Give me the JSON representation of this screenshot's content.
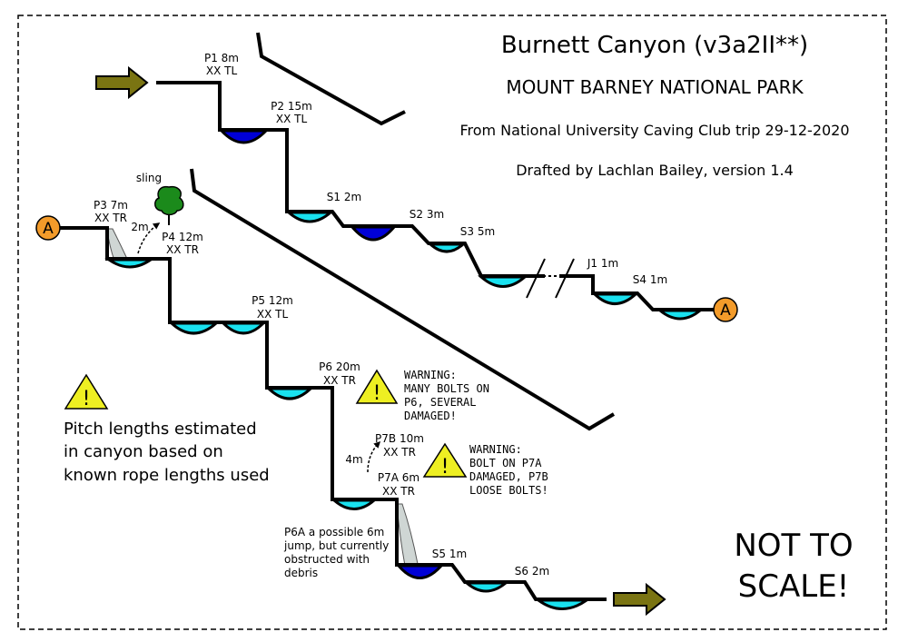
{
  "header": {
    "title": "Burnett Canyon (v3a2II**)",
    "park": "MOUNT BARNEY NATIONAL PARK",
    "trip": "From National University Caving Club trip 29-12-2020",
    "drafted": "Drafted by Lachlan Bailey, version 1.4"
  },
  "colors": {
    "shallow_pool": "#19e1ef",
    "deep_pool": "#0000d6",
    "arrow": "#7a7412",
    "marker": "#f39b2a",
    "warning": "#eeef22",
    "tree": "#1b8a1b",
    "waterfall": "#cfd6d4"
  },
  "pitches": {
    "p1": [
      "P1 8m",
      "XX TL"
    ],
    "p2": [
      "P2 15m",
      "XX TL"
    ],
    "p3": [
      "P3 7m",
      "XX TR"
    ],
    "p4": [
      "P4 12m",
      "XX TR"
    ],
    "p5": [
      "P5 12m",
      "XX TL"
    ],
    "p6": [
      "P6 20m",
      "XX TR"
    ],
    "p7b": [
      "P7B 10m",
      "XX TR"
    ],
    "p7a": [
      "P7A 6m",
      "XX TR"
    ]
  },
  "steps": {
    "s1": "S1 2m",
    "s2": "S2 3m",
    "s3": "S3 5m",
    "j1": "J1 1m",
    "s4": "S4 1m",
    "s5": "S5 1m",
    "s6": "S6 2m"
  },
  "annotations": {
    "sling": "sling",
    "p4_distance": "2m",
    "p7b_distance": "4m"
  },
  "markers": {
    "join": "A"
  },
  "icons": {
    "entry": "arrow-right-icon",
    "exit": "arrow-right-icon",
    "warning": "warning-triangle-icon",
    "tree": "tree-icon"
  },
  "warnings": {
    "p6": [
      "WARNING:",
      "MANY BOLTS ON",
      "P6, SEVERAL",
      "DAMAGED!"
    ],
    "p7": [
      "WARNING:",
      "BOLT ON P7A",
      "DAMAGED, P7B",
      "LOOSE BOLTS!"
    ]
  },
  "notes": {
    "pitch_estimate": [
      "Pitch lengths estimated",
      "in canyon based on",
      "known rope lengths used"
    ],
    "p6a": [
      "P6A a possible 6m",
      "jump, but currently",
      "obstructed with",
      "debris"
    ]
  },
  "disclaimer": [
    "NOT TO",
    "SCALE!"
  ]
}
